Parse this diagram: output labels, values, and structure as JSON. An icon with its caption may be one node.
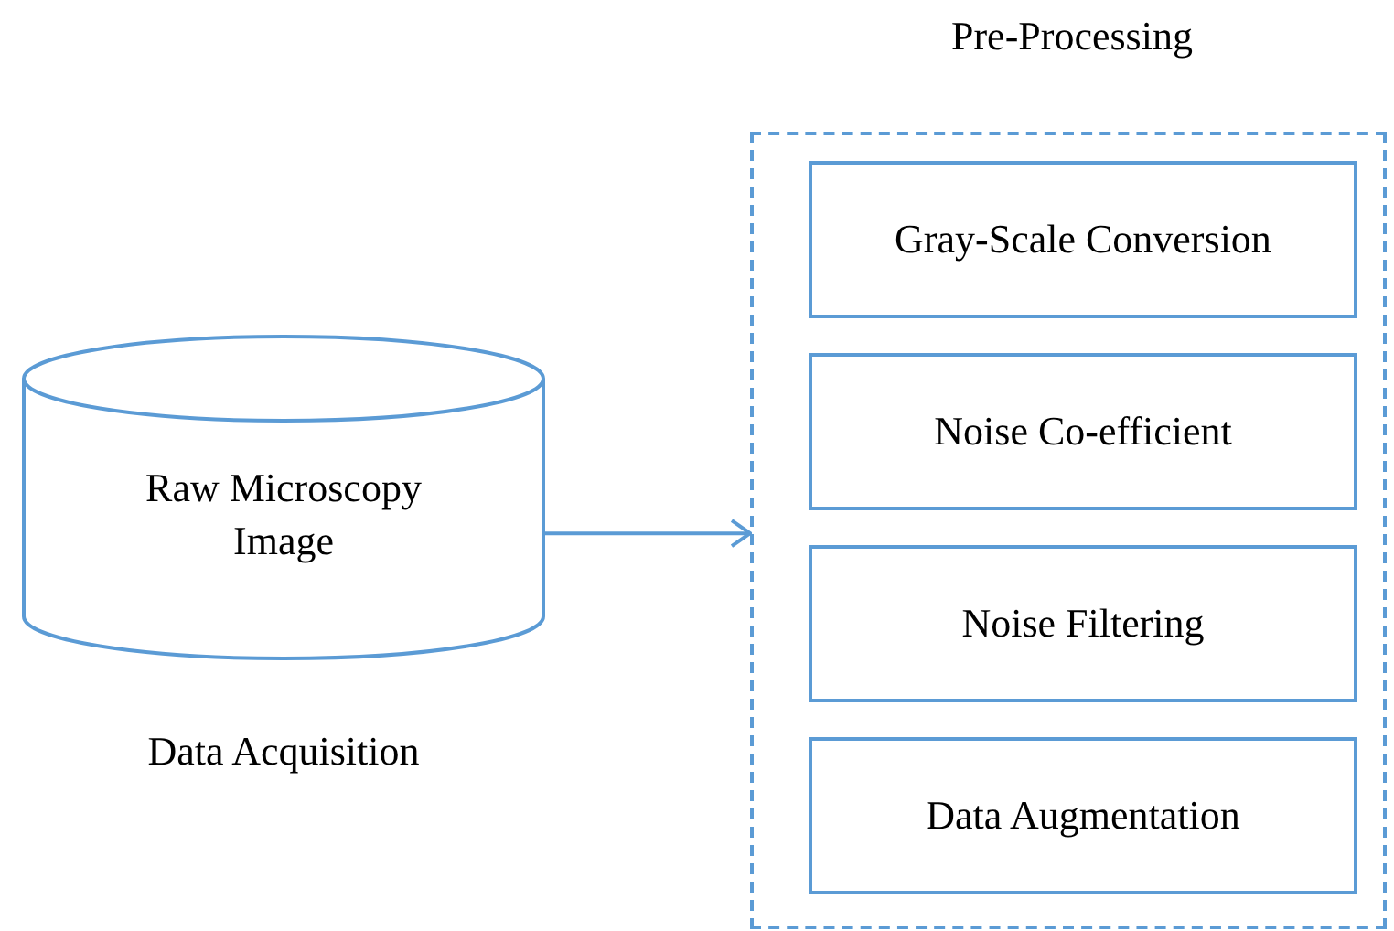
{
  "diagram": {
    "nodes": [
      {
        "text": [
          "Raw Microscopy Image"
        ],
        "beside": [
          "Data Acquisition"
        ]
      },
      {
        "text": [
          "Pre-Processing"
        ]
      },
      {
        "text": [
          "Gray-Scale Conversion"
        ],
        "in": 1
      },
      {
        "text": [
          "Noise Co-efficient"
        ],
        "in": 1
      },
      {
        "text": [
          "Noise Filtering"
        ],
        "in": 1
      },
      {
        "text": [
          "Data Augmentation"
        ],
        "in": 1
      }
    ],
    "edges": [
      {
        "from": 0,
        "to": 1,
        "arrow": "to"
      }
    ]
  }
}
